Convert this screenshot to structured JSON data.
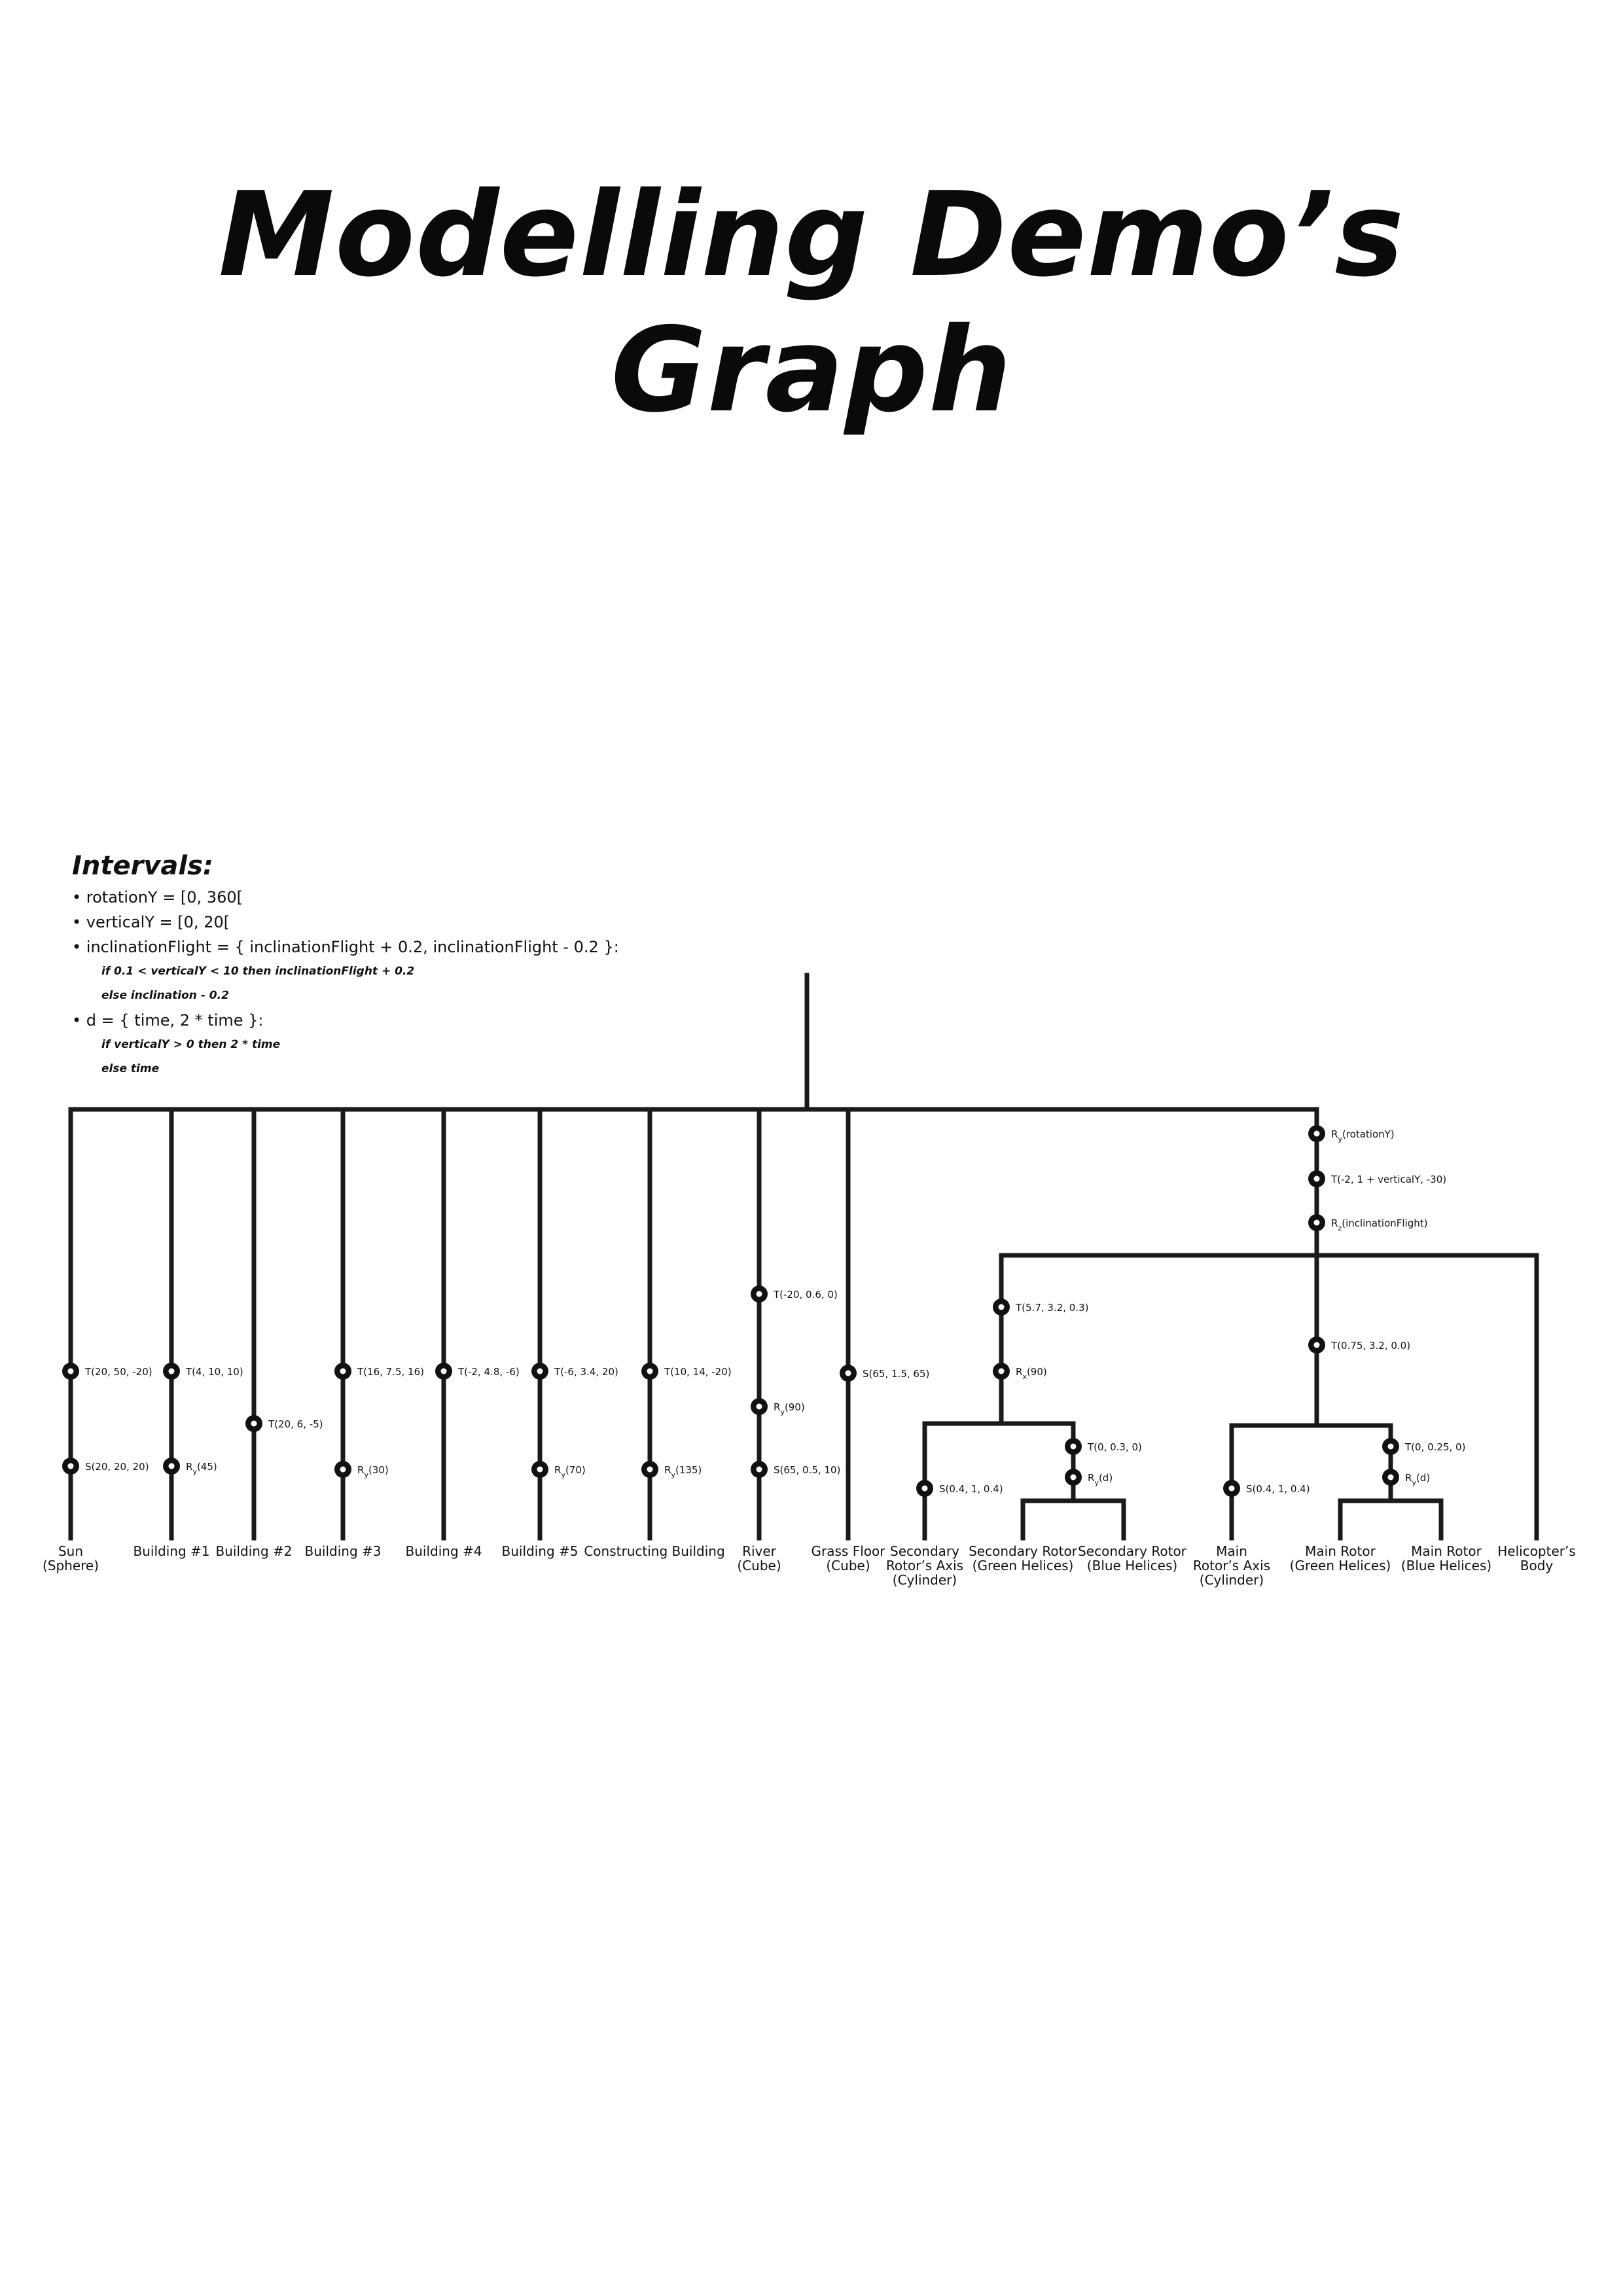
{
  "title": "Modelling Demo’s Graph",
  "intervals": {
    "title": "Intervals:",
    "items": [
      {
        "text": "• rotationY = [0, 360["
      },
      {
        "text": "• verticalY = [0, 20["
      },
      {
        "text": "• inclinationFlight = { inclinationFlight + 0.2, inclinationFlight - 0.2 }:",
        "notes": [
          "if 0.1 < verticalY < 10 then inclinationFlight + 0.2",
          "else inclination - 0.2"
        ]
      },
      {
        "text": "• d = { time, 2 * time }:",
        "notes": [
          "if verticalY > 0 then 2 * time",
          "else time"
        ]
      }
    ]
  },
  "graph": {
    "leaves": [
      {
        "id": "sun",
        "lines": [
          "Sun",
          "(Sphere)"
        ]
      },
      {
        "id": "b1",
        "lines": [
          "Building #1"
        ]
      },
      {
        "id": "b2",
        "lines": [
          "Building #2"
        ]
      },
      {
        "id": "b3",
        "lines": [
          "Building #3"
        ]
      },
      {
        "id": "b4",
        "lines": [
          "Building #4"
        ]
      },
      {
        "id": "b5",
        "lines": [
          "Building #5"
        ]
      },
      {
        "id": "cb",
        "lines": [
          "Constructing Building"
        ]
      },
      {
        "id": "river",
        "lines": [
          "River",
          "(Cube)"
        ]
      },
      {
        "id": "grass",
        "lines": [
          "Grass Floor",
          "(Cube)"
        ]
      },
      {
        "id": "sra",
        "lines": [
          "Secondary",
          "Rotor’s Axis",
          "(Cylinder)"
        ]
      },
      {
        "id": "srg",
        "lines": [
          "Secondary Rotor",
          "(Green Helices)"
        ]
      },
      {
        "id": "srb",
        "lines": [
          "Secondary Rotor",
          "(Blue Helices)"
        ]
      },
      {
        "id": "mra",
        "lines": [
          "Main",
          "Rotor’s Axis",
          "(Cylinder)"
        ]
      },
      {
        "id": "mrg",
        "lines": [
          "Main Rotor",
          "(Green Helices)"
        ]
      },
      {
        "id": "mrb",
        "lines": [
          "Main Rotor",
          "(Blue Helices)"
        ]
      },
      {
        "id": "body",
        "lines": [
          "Helicopter’s",
          "Body"
        ]
      }
    ],
    "transforms": [
      {
        "id": "sun_t",
        "letter": "T",
        "sub": "",
        "args": "(20, 50, -20)"
      },
      {
        "id": "sun_s",
        "letter": "S",
        "sub": "",
        "args": "(20, 20, 20)"
      },
      {
        "id": "b1_t",
        "letter": "T",
        "sub": "",
        "args": "(4, 10, 10)"
      },
      {
        "id": "b1_r",
        "letter": "R",
        "sub": "y",
        "args": "(45)"
      },
      {
        "id": "b2_t",
        "letter": "T",
        "sub": "",
        "args": "(20, 6, -5)"
      },
      {
        "id": "b3_t",
        "letter": "T",
        "sub": "",
        "args": "(16, 7.5, 16)"
      },
      {
        "id": "b3_r",
        "letter": "R",
        "sub": "y",
        "args": "(30)"
      },
      {
        "id": "b4_t",
        "letter": "T",
        "sub": "",
        "args": "(-2, 4.8, -6)"
      },
      {
        "id": "b5_t",
        "letter": "T",
        "sub": "",
        "args": "(-6, 3.4, 20)"
      },
      {
        "id": "b5_r",
        "letter": "R",
        "sub": "y",
        "args": "(70)"
      },
      {
        "id": "cb_t",
        "letter": "T",
        "sub": "",
        "args": "(10, 14, -20)"
      },
      {
        "id": "cb_r",
        "letter": "R",
        "sub": "y",
        "args": "(135)"
      },
      {
        "id": "river_t",
        "letter": "T",
        "sub": "",
        "args": "(-20, 0.6, 0)"
      },
      {
        "id": "river_r",
        "letter": "R",
        "sub": "y",
        "args": "(90)"
      },
      {
        "id": "river_s",
        "letter": "S",
        "sub": "",
        "args": "(65, 0.5, 10)"
      },
      {
        "id": "grass_s",
        "letter": "S",
        "sub": "",
        "args": "(65, 1.5, 65)"
      },
      {
        "id": "heli_r",
        "letter": "R",
        "sub": "y",
        "args": "(rotationY)"
      },
      {
        "id": "heli_t",
        "letter": "T",
        "sub": "",
        "args": "(-2, 1 + verticalY, -30)"
      },
      {
        "id": "heli_rz",
        "letter": "R",
        "sub": "z",
        "args": "(inclinationFlight)"
      },
      {
        "id": "sec_t",
        "letter": "T",
        "sub": "",
        "args": "(5.7, 3.2, 0.3)"
      },
      {
        "id": "sec_r",
        "letter": "R",
        "sub": "x",
        "args": "(90)"
      },
      {
        "id": "sra_s",
        "letter": "S",
        "sub": "",
        "args": "(0.4, 1, 0.4)"
      },
      {
        "id": "sech_t",
        "letter": "T",
        "sub": "",
        "args": "(0, 0.3, 0)"
      },
      {
        "id": "sech_r",
        "letter": "R",
        "sub": "y",
        "args": "(d)"
      },
      {
        "id": "main_t",
        "letter": "T",
        "sub": "",
        "args": "(0.75, 3.2, 0.0)"
      },
      {
        "id": "mra_s",
        "letter": "S",
        "sub": "",
        "args": "(0.4, 1, 0.4)"
      },
      {
        "id": "mainh_t",
        "letter": "T",
        "sub": "",
        "args": "(0, 0.25, 0)"
      },
      {
        "id": "mainh_r",
        "letter": "R",
        "sub": "y",
        "args": "(d)"
      }
    ]
  }
}
